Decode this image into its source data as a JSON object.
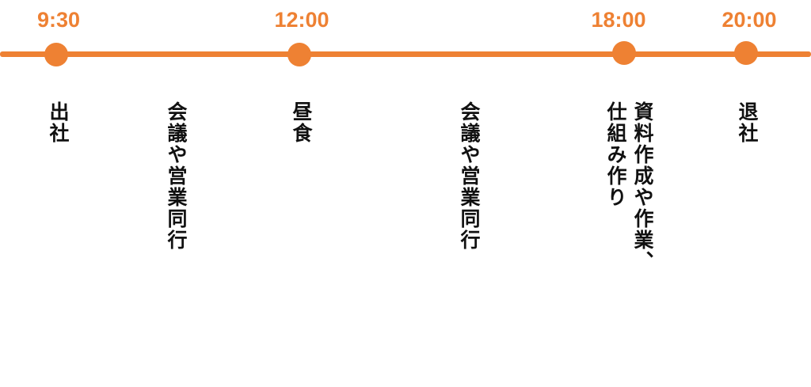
{
  "colors": {
    "accent": "#EE8133",
    "text": "#111111",
    "background": "#FFFFFF"
  },
  "timeline": {
    "milestones": [
      {
        "time": "9:30"
      },
      {
        "time": "12:00"
      },
      {
        "time": "18:00"
      },
      {
        "time": "20:00"
      }
    ],
    "events": [
      {
        "label": "出社"
      },
      {
        "label": "会議や営業同行"
      },
      {
        "label": "昼食"
      },
      {
        "label": "会議や営業同行"
      },
      {
        "label": "資料作成や作業、\n仕組み作り"
      },
      {
        "label": "退社"
      }
    ]
  }
}
